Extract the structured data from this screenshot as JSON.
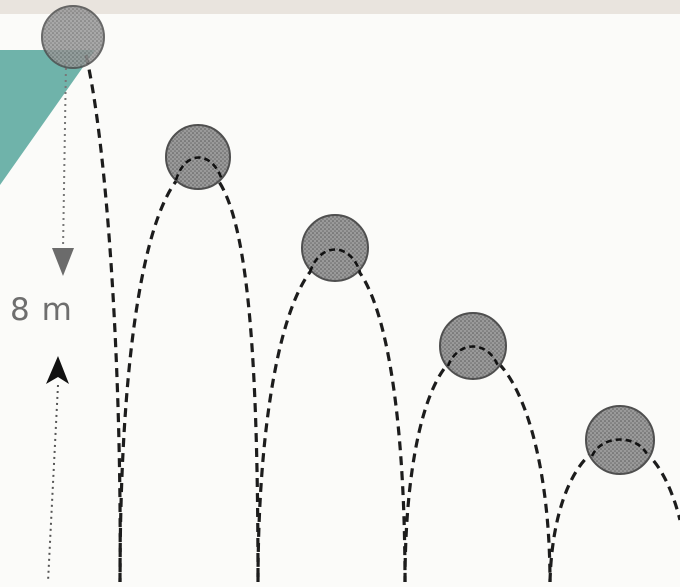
{
  "diagram": {
    "height_label": "8 m",
    "colors": {
      "page_background": "#e9e4de",
      "panel_background": "#fbfbf9",
      "accent_teal": "#6fb3aa",
      "ball_fill": "#8a8a8a",
      "ball_stroke": "#4f4f4f",
      "path_stroke": "#1c1c1c",
      "down_arrow": "#6b6b6b",
      "up_arrow": "#111111"
    },
    "ball_count": 5,
    "bounce_count": 4
  }
}
